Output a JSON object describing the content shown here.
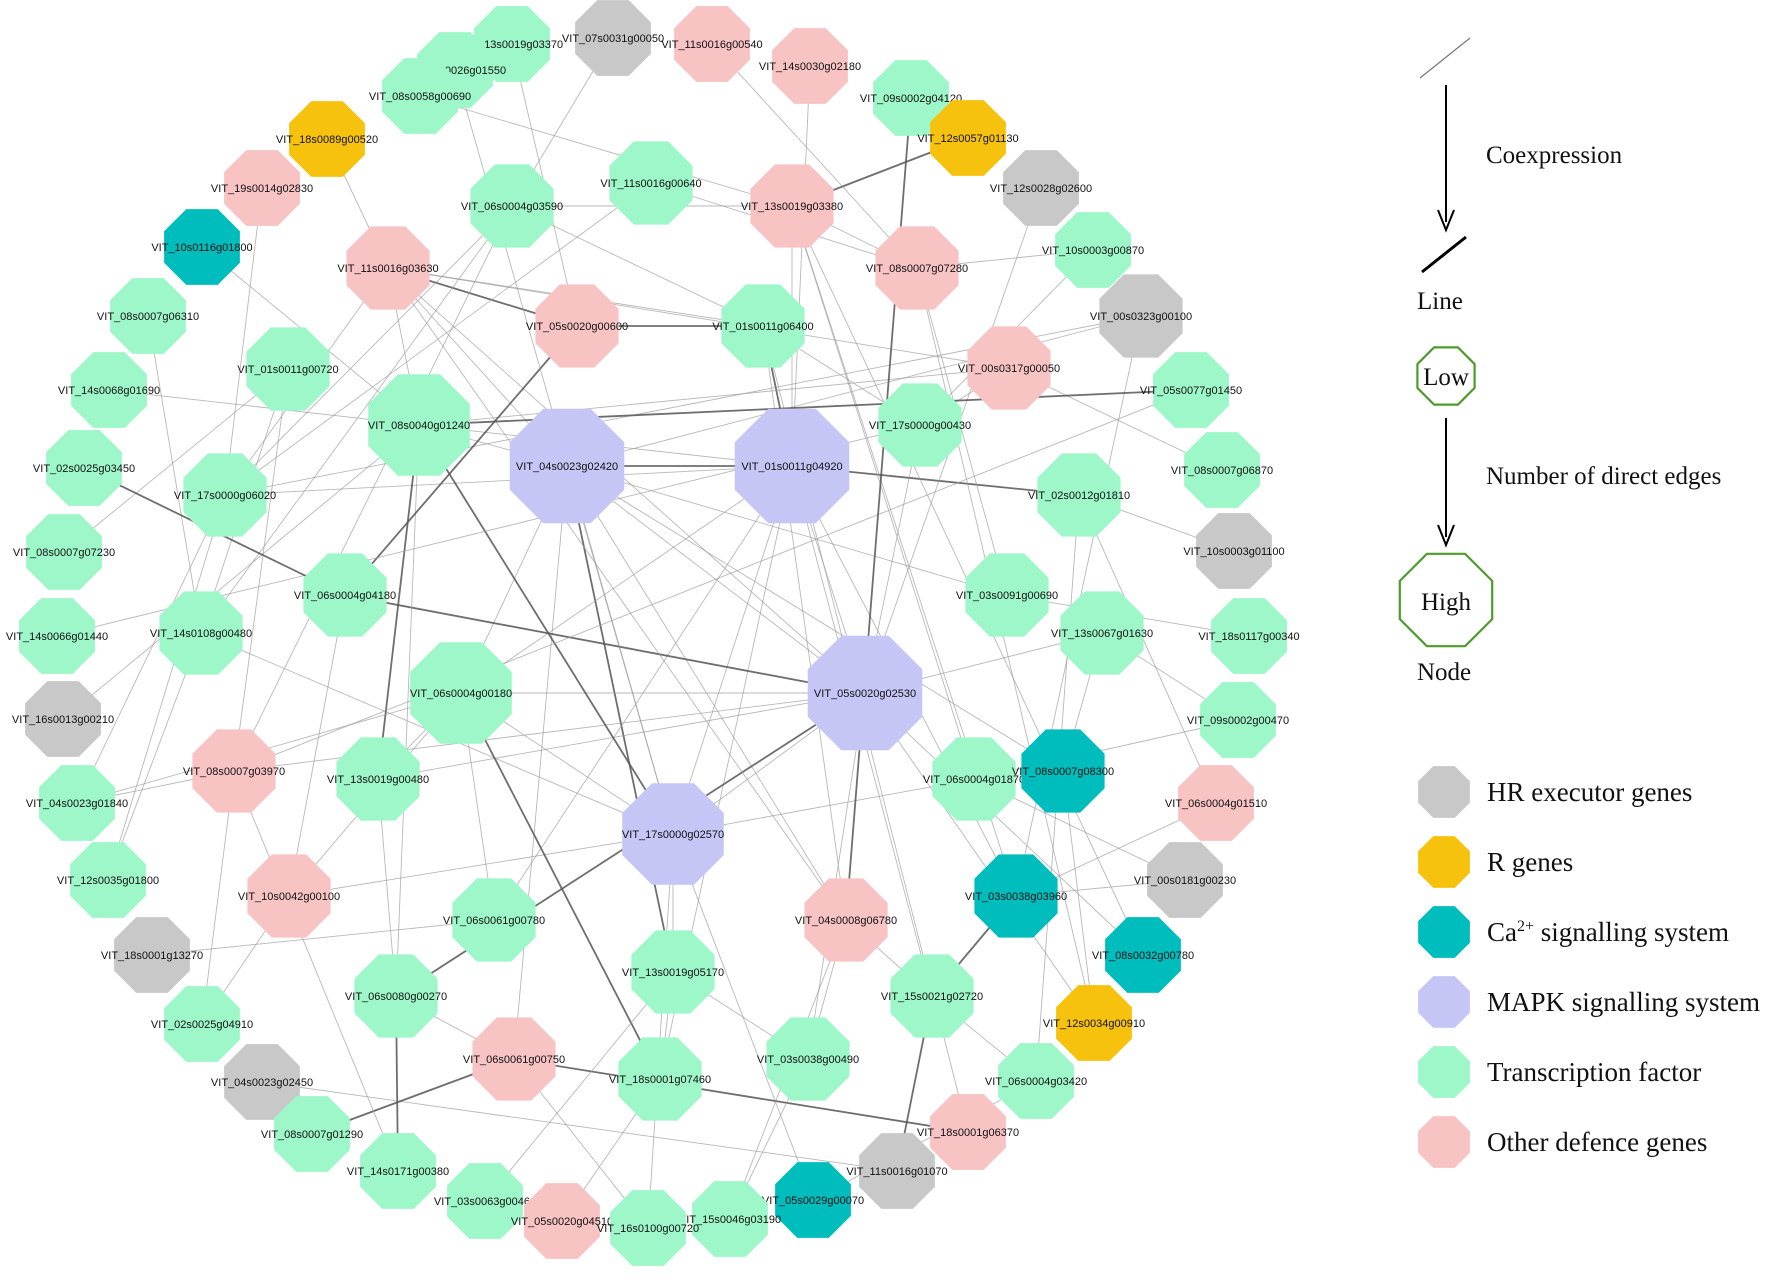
{
  "colors": {
    "hr": "#c8c8c8",
    "r": "#f7c20e",
    "ca": "#00bdbd",
    "mapk": "#c6c6f6",
    "tf": "#9ef7c9",
    "other": "#f8c3c3",
    "legend_outline": "#4d9a2d",
    "edge": "#9a9a9a",
    "edge_dark": "#555555"
  },
  "legend": {
    "coexpression": "Coexpression",
    "line": "Line",
    "low": "Low",
    "direct_edges": "Number of direct edges",
    "high": "High",
    "node": "Node",
    "categories": [
      {
        "key": "hr",
        "label": "HR executor genes"
      },
      {
        "key": "r",
        "label": "R genes"
      },
      {
        "key": "ca",
        "label": "Ca",
        "sup": "2+",
        "suffix": " signalling system"
      },
      {
        "key": "mapk",
        "label": "MAPK signalling system"
      },
      {
        "key": "tf",
        "label": "Transcription factor"
      },
      {
        "key": "other",
        "label": "Other defence genes"
      }
    ]
  },
  "nodes": [
    {
      "id": "VIT_13s0019g03370",
      "type": "tf",
      "degree": 1
    },
    {
      "id": "VIT_07s0031g00050",
      "type": "hr",
      "degree": 1
    },
    {
      "id": "VIT_11s0016g00540",
      "type": "other",
      "degree": 1
    },
    {
      "id": "VIT_14s0030g02180",
      "type": "other",
      "degree": 1
    },
    {
      "id": "VIT_01s0026g01550",
      "type": "tf",
      "degree": 1
    },
    {
      "id": "VIT_09s0002g04120",
      "type": "tf",
      "degree": 1
    },
    {
      "id": "VIT_08s0058g00690",
      "type": "tf",
      "degree": 1
    },
    {
      "id": "VIT_18s0089g00520",
      "type": "r",
      "degree": 1
    },
    {
      "id": "VIT_12s0057g01130",
      "type": "r",
      "degree": 1
    },
    {
      "id": "VIT_19s0014g02830",
      "type": "other",
      "degree": 1
    },
    {
      "id": "VIT_12s0028g02600",
      "type": "hr",
      "degree": 1
    },
    {
      "id": "VIT_10s0116g01800",
      "type": "ca",
      "degree": 1
    },
    {
      "id": "VIT_10s0003g00870",
      "type": "tf",
      "degree": 1
    },
    {
      "id": "VIT_00s0323g00100",
      "type": "hr",
      "degree": 2
    },
    {
      "id": "VIT_08s0007g06310",
      "type": "tf",
      "degree": 1
    },
    {
      "id": "VIT_05s0077g01450",
      "type": "tf",
      "degree": 1
    },
    {
      "id": "VIT_14s0068g01690",
      "type": "tf",
      "degree": 1
    },
    {
      "id": "VIT_08s0007g06870",
      "type": "tf",
      "degree": 1
    },
    {
      "id": "VIT_02s0025g03450",
      "type": "tf",
      "degree": 1
    },
    {
      "id": "VIT_10s0003g01100",
      "type": "hr",
      "degree": 1
    },
    {
      "id": "VIT_08s0007g07230",
      "type": "tf",
      "degree": 1
    },
    {
      "id": "VIT_18s0117g00340",
      "type": "tf",
      "degree": 1
    },
    {
      "id": "VIT_14s0066g01440",
      "type": "tf",
      "degree": 1
    },
    {
      "id": "VIT_09s0002g00470",
      "type": "tf",
      "degree": 1
    },
    {
      "id": "VIT_16s0013g00210",
      "type": "hr",
      "degree": 1
    },
    {
      "id": "VIT_06s0004g01510",
      "type": "other",
      "degree": 1
    },
    {
      "id": "VIT_04s0023g01840",
      "type": "tf",
      "degree": 1
    },
    {
      "id": "VIT_00s0181g00230",
      "type": "hr",
      "degree": 1
    },
    {
      "id": "VIT_12s0035g01800",
      "type": "tf",
      "degree": 1
    },
    {
      "id": "VIT_08s0032g00780",
      "type": "ca",
      "degree": 1
    },
    {
      "id": "VIT_18s0001g13270",
      "type": "hr",
      "degree": 1
    },
    {
      "id": "VIT_12s0034g00910",
      "type": "r",
      "degree": 1
    },
    {
      "id": "VIT_02s0025g04910",
      "type": "tf",
      "degree": 1
    },
    {
      "id": "VIT_06s0004g03420",
      "type": "tf",
      "degree": 1
    },
    {
      "id": "VIT_04s0023g02450",
      "type": "hr",
      "degree": 1
    },
    {
      "id": "VIT_18s0001g06370",
      "type": "other",
      "degree": 1
    },
    {
      "id": "VIT_08s0007g01290",
      "type": "tf",
      "degree": 1
    },
    {
      "id": "VIT_11s0016g01070",
      "type": "hr",
      "degree": 1
    },
    {
      "id": "VIT_14s0171g00380",
      "type": "tf",
      "degree": 1
    },
    {
      "id": "VIT_05s0029g00070",
      "type": "ca",
      "degree": 1
    },
    {
      "id": "VIT_03s0063g00460",
      "type": "tf",
      "degree": 1
    },
    {
      "id": "VIT_15s0046g03190",
      "type": "tf",
      "degree": 1
    },
    {
      "id": "VIT_05s0020g04510",
      "type": "other",
      "degree": 1
    },
    {
      "id": "VIT_16s0100g00720",
      "type": "tf",
      "degree": 1
    },
    {
      "id": "VIT_11s0016g00640",
      "type": "tf",
      "degree": 2
    },
    {
      "id": "VIT_06s0004g03590",
      "type": "tf",
      "degree": 2
    },
    {
      "id": "VIT_13s0019g03380",
      "type": "other",
      "degree": 2
    },
    {
      "id": "VIT_11s0016g03630",
      "type": "other",
      "degree": 2
    },
    {
      "id": "VIT_08s0007g07280",
      "type": "other",
      "degree": 2
    },
    {
      "id": "VIT_05s0020g00600",
      "type": "other",
      "degree": 2
    },
    {
      "id": "VIT_01s0011g06400",
      "type": "tf",
      "degree": 2
    },
    {
      "id": "VIT_00s0317g00050",
      "type": "other",
      "degree": 2
    },
    {
      "id": "VIT_01s0011g00720",
      "type": "tf",
      "degree": 2
    },
    {
      "id": "VIT_08s0040g01240",
      "type": "tf",
      "degree": 3
    },
    {
      "id": "VIT_17s0000g00430",
      "type": "tf",
      "degree": 2
    },
    {
      "id": "VIT_04s0023g02420",
      "type": "mapk",
      "degree": 4
    },
    {
      "id": "VIT_01s0011g04920",
      "type": "mapk",
      "degree": 4
    },
    {
      "id": "VIT_17s0000g06020",
      "type": "tf",
      "degree": 2
    },
    {
      "id": "VIT_02s0012g01810",
      "type": "tf",
      "degree": 2
    },
    {
      "id": "VIT_06s0004g04180",
      "type": "tf",
      "degree": 2
    },
    {
      "id": "VIT_03s0091g00690",
      "type": "tf",
      "degree": 2
    },
    {
      "id": "VIT_14s0108g00480",
      "type": "tf",
      "degree": 2
    },
    {
      "id": "VIT_13s0067g01630",
      "type": "tf",
      "degree": 2
    },
    {
      "id": "VIT_06s0004g00180",
      "type": "tf",
      "degree": 3
    },
    {
      "id": "VIT_05s0020g02530",
      "type": "mapk",
      "degree": 4
    },
    {
      "id": "VIT_08s0007g03970",
      "type": "other",
      "degree": 2
    },
    {
      "id": "VIT_13s0019g00480",
      "type": "tf",
      "degree": 2
    },
    {
      "id": "VIT_06s0004g01870",
      "type": "tf",
      "degree": 2
    },
    {
      "id": "VIT_08s0007g08300",
      "type": "ca",
      "degree": 2
    },
    {
      "id": "VIT_17s0000g02570",
      "type": "mapk",
      "degree": 3
    },
    {
      "id": "VIT_03s0038g03960",
      "type": "ca",
      "degree": 2
    },
    {
      "id": "VIT_10s0042g00100",
      "type": "other",
      "degree": 2
    },
    {
      "id": "VIT_06s0061g00780",
      "type": "tf",
      "degree": 2
    },
    {
      "id": "VIT_04s0008g06780",
      "type": "other",
      "degree": 2
    },
    {
      "id": "VIT_13s0019g05170",
      "type": "tf",
      "degree": 2
    },
    {
      "id": "VIT_06s0080g00270",
      "type": "tf",
      "degree": 2
    },
    {
      "id": "VIT_15s0021g02720",
      "type": "tf",
      "degree": 2
    },
    {
      "id": "VIT_06s0061g00750",
      "type": "other",
      "degree": 2
    },
    {
      "id": "VIT_03s0038g00490",
      "type": "tf",
      "degree": 2
    },
    {
      "id": "VIT_18s0001g07460",
      "type": "tf",
      "degree": 2
    }
  ],
  "edges": [
    [
      "VIT_04s0023g02420",
      "VIT_01s0011g04920"
    ],
    [
      "VIT_04s0023g02420",
      "VIT_05s0020g02530"
    ],
    [
      "VIT_04s0023g02420",
      "VIT_17s0000g02570"
    ],
    [
      "VIT_04s0023g02420",
      "VIT_08s0040g01240"
    ],
    [
      "VIT_04s0023g02420",
      "VIT_11s0016g03630"
    ],
    [
      "VIT_04s0023g02420",
      "VIT_06s0004g00180"
    ],
    [
      "VIT_04s0023g02420",
      "VIT_04s0008g06780"
    ],
    [
      "VIT_04s0023g02420",
      "VIT_13s0019g05170"
    ],
    [
      "VIT_04s0023g02420",
      "VIT_00s0323g00100"
    ],
    [
      "VIT_04s0023g02420",
      "VIT_06s0061g00750"
    ],
    [
      "VIT_04s0023g02420",
      "VIT_08s0007g08300"
    ],
    [
      "VIT_04s0023g02420",
      "VIT_03s0091g00690"
    ],
    [
      "VIT_01s0011g04920",
      "VIT_05s0020g02530"
    ],
    [
      "VIT_01s0011g04920",
      "VIT_17s0000g02570"
    ],
    [
      "VIT_01s0011g04920",
      "VIT_01s0011g06400"
    ],
    [
      "VIT_01s0011g04920",
      "VIT_13s0019g03380"
    ],
    [
      "VIT_01s0011g04920",
      "VIT_06s0004g00180"
    ],
    [
      "VIT_01s0011g04920",
      "VIT_17s0000g06020"
    ],
    [
      "VIT_01s0011g04920",
      "VIT_15s0021g02720"
    ],
    [
      "VIT_01s0011g04920",
      "VIT_06s0061g00780"
    ],
    [
      "VIT_01s0011g04920",
      "VIT_03s0038g03960"
    ],
    [
      "VIT_01s0011g04920",
      "VIT_02s0012g01810"
    ],
    [
      "VIT_01s0011g04920",
      "VIT_18s0001g07460"
    ],
    [
      "VIT_01s0011g04920",
      "VIT_08s0040g01240"
    ],
    [
      "VIT_05s0020g02530",
      "VIT_17s0000g02570"
    ],
    [
      "VIT_05s0020g02530",
      "VIT_06s0004g00180"
    ],
    [
      "VIT_05s0020g02530",
      "VIT_08s0007g03970"
    ],
    [
      "VIT_05s0020g02530",
      "VIT_13s0067g01630"
    ],
    [
      "VIT_05s0020g02530",
      "VIT_06s0080g00270"
    ],
    [
      "VIT_05s0020g02530",
      "VIT_11s0016g03630"
    ],
    [
      "VIT_05s0020g02530",
      "VIT_08s0032g00780"
    ],
    [
      "VIT_05s0020g02530",
      "VIT_12s0034g00910"
    ],
    [
      "VIT_05s0020g02530",
      "VIT_13s0019g00480"
    ],
    [
      "VIT_05s0020g02530",
      "VIT_17s0000g00430"
    ],
    [
      "VIT_05s0020g02530",
      "VIT_03s0038g00490"
    ],
    [
      "VIT_05s0020g02530",
      "VIT_06s0004g04180"
    ],
    [
      "VIT_17s0000g02570",
      "VIT_06s0004g00180"
    ],
    [
      "VIT_17s0000g02570",
      "VIT_10s0042g00100"
    ],
    [
      "VIT_17s0000g02570",
      "VIT_13s0019g05170"
    ],
    [
      "VIT_17s0000g02570",
      "VIT_06s0004g01870"
    ],
    [
      "VIT_17s0000g02570",
      "VIT_14s0108g00480"
    ],
    [
      "VIT_17s0000g02570",
      "VIT_05s0029g00070"
    ],
    [
      "VIT_17s0000g02570",
      "VIT_08s0040g01240"
    ],
    [
      "VIT_17s0000g02570",
      "VIT_16s0100g00720"
    ],
    [
      "VIT_11s0016g03630",
      "VIT_08s0040g01240"
    ],
    [
      "VIT_11s0016g03630",
      "VIT_01s0011g06400"
    ],
    [
      "VIT_11s0016g03630",
      "VIT_17s0000g06020"
    ],
    [
      "VIT_11s0016g03630",
      "VIT_04s0008g06780"
    ],
    [
      "VIT_11s0016g03630",
      "VIT_00s0317g00050"
    ],
    [
      "VIT_11s0016g03630",
      "VIT_05s0020g00600"
    ],
    [
      "VIT_06s0004g03590",
      "VIT_17s0000g06020"
    ],
    [
      "VIT_06s0004g03590",
      "VIT_01s0011g06400"
    ],
    [
      "VIT_06s0004g03590",
      "VIT_08s0007g03970"
    ],
    [
      "VIT_06s0004g03590",
      "VIT_13s0019g03380"
    ],
    [
      "VIT_06s0004g03590",
      "VIT_14s0108g00480"
    ],
    [
      "VIT_01s0011g06400",
      "VIT_17s0000g00430"
    ],
    [
      "VIT_01s0011g06400",
      "VIT_05s0020g00600"
    ],
    [
      "VIT_01s0011g06400",
      "VIT_04s0008g06780"
    ],
    [
      "VIT_13s0019g03380",
      "VIT_03s0038g03960"
    ],
    [
      "VIT_13s0019g03380",
      "VIT_08s0007g07280"
    ],
    [
      "VIT_13s0019g03380",
      "VIT_06s0004g01870"
    ],
    [
      "VIT_08s0040g01240",
      "VIT_06s0080g00270"
    ],
    [
      "VIT_08s0040g01240",
      "VIT_00s0317g00050"
    ],
    [
      "VIT_08s0040g01240",
      "VIT_13s0019g00480"
    ],
    [
      "VIT_17s0000g06020",
      "VIT_00s0323g00100"
    ],
    [
      "VIT_17s0000g06020",
      "VIT_04s0023g01840"
    ],
    [
      "VIT_17s0000g06020",
      "VIT_11s0016g00640"
    ],
    [
      "VIT_06s0004g00180",
      "VIT_04s0023g01840"
    ],
    [
      "VIT_06s0004g00180",
      "VIT_13s0019g00480"
    ],
    [
      "VIT_06s0004g00180",
      "VIT_06s0061g00780"
    ],
    [
      "VIT_06s0004g00180",
      "VIT_18s0001g07460"
    ],
    [
      "VIT_06s0004g00180",
      "VIT_10s0042g00100"
    ],
    [
      "VIT_08s0007g03970",
      "VIT_05s0077g01450"
    ],
    [
      "VIT_08s0007g03970",
      "VIT_04s0023g01840"
    ],
    [
      "VIT_08s0007g03970",
      "VIT_01s0011g00720"
    ],
    [
      "VIT_08s0007g08300",
      "VIT_12s0034g00910"
    ],
    [
      "VIT_08s0007g08300",
      "VIT_13s0067g01630"
    ],
    [
      "VIT_03s0038g03960",
      "VIT_15s0021g02720"
    ],
    [
      "VIT_03s0038g03960",
      "VIT_00s0323g00100"
    ],
    [
      "VIT_04s0008g06780",
      "VIT_15s0021g02720"
    ],
    [
      "VIT_04s0008g06780",
      "VIT_03s0038g00490"
    ],
    [
      "VIT_13s0019g05170",
      "VIT_18s0001g07460"
    ],
    [
      "VIT_13s0019g05170",
      "VIT_03s0038g00490"
    ],
    [
      "VIT_06s0061g00750",
      "VIT_06s0080g00270"
    ],
    [
      "VIT_06s0061g00750",
      "VIT_18s0001g06370"
    ],
    [
      "VIT_15s0021g02720",
      "VIT_06s0004g03420"
    ],
    [
      "VIT_02s0012g01810",
      "VIT_06s0004g01510"
    ],
    [
      "VIT_03s0091g00690",
      "VIT_08s0007g07280"
    ],
    [
      "VIT_17s0000g00430",
      "VIT_00s0317g00050"
    ],
    [
      "VIT_14s0108g00480",
      "VIT_01s0011g00720"
    ],
    [
      "VIT_14s0108g00480",
      "VIT_12s0035g01800"
    ],
    [
      "VIT_06s0004g04180",
      "VIT_05s0020g00600"
    ],
    [
      "VIT_06s0004g04180",
      "VIT_10s0042g00100"
    ],
    [
      "VIT_01s0011g00720",
      "VIT_08s0007g07230"
    ],
    [
      "VIT_08s0007g07280",
      "VIT_10s0003g00870"
    ],
    [
      "VIT_11s0016g00640",
      "VIT_08s0007g07280"
    ],
    [
      "VIT_13s0019g00480",
      "VIT_06s0080g00270"
    ],
    [
      "VIT_10s0042g00100",
      "VIT_02s0025g04910"
    ],
    [
      "VIT_06s0080g00270",
      "VIT_14s0171g00380"
    ],
    [
      "VIT_18s0001g07460",
      "VIT_05s0020g04510"
    ],
    [
      "VIT_03s0038g00490",
      "VIT_15s0046g03190"
    ],
    [
      "VIT_06s0004g01870",
      "VIT_00s0181g00230"
    ],
    [
      "VIT_00s0317g00050",
      "VIT_08s0007g06870"
    ],
    [
      "VIT_13s0067g01630",
      "VIT_09s0002g00470"
    ],
    [
      "VIT_18s0089g00520",
      "VIT_11s0016g03630"
    ],
    [
      "VIT_12s0057g01130",
      "VIT_13s0019g03380"
    ],
    [
      "VIT_10s0116g01800",
      "VIT_08s0040g01240"
    ],
    [
      "VIT_19s0014g02830",
      "VIT_17s0000g06020"
    ],
    [
      "VIT_14s0066g01440",
      "VIT_17s0000g00430"
    ],
    [
      "VIT_16s0013g00210",
      "VIT_08s0040g01240"
    ],
    [
      "VIT_18s0001g13270",
      "VIT_06s0061g00780"
    ],
    [
      "VIT_04s0023g02450",
      "VIT_11s0016g01070"
    ],
    [
      "VIT_08s0007g01290",
      "VIT_06s0061g00750"
    ],
    [
      "VIT_03s0063g00460",
      "VIT_13s0019g05170"
    ],
    [
      "VIT_12s0028g02600",
      "VIT_05s0020g02530"
    ],
    [
      "VIT_10s0003g01100",
      "VIT_02s0012g01810"
    ],
    [
      "VIT_18s0117g00340",
      "VIT_03s0091g00690"
    ],
    [
      "VIT_08s0058g00690",
      "VIT_13s0019g03380"
    ],
    [
      "VIT_01s0026g01550",
      "VIT_17s0000g02570"
    ],
    [
      "VIT_09s0002g04120",
      "VIT_04s0008g06780"
    ],
    [
      "VIT_14s0030g02180",
      "VIT_01s0011g04920"
    ],
    [
      "VIT_07s0031g00050",
      "VIT_06s0004g03590"
    ],
    [
      "VIT_13s0019g03370",
      "VIT_05s0020g00600"
    ],
    [
      "VIT_11s0016g00540",
      "VIT_08s0007g07280"
    ],
    [
      "VIT_08s0007g06310",
      "VIT_14s0108g00480"
    ],
    [
      "VIT_14s0068g01690",
      "VIT_08s0040g01240"
    ],
    [
      "VIT_02s0025g03450",
      "VIT_06s0004g04180"
    ],
    [
      "VIT_12s0035g01800",
      "VIT_17s0000g06020"
    ],
    [
      "VIT_06s0004g01510",
      "VIT_03s0038g03960"
    ],
    [
      "VIT_00s0181g00230",
      "VIT_03s0038g03960"
    ],
    [
      "VIT_08s0032g00780",
      "VIT_13s0019g03380"
    ],
    [
      "VIT_12s0034g00910",
      "VIT_08s0007g07280"
    ],
    [
      "VIT_18s0001g06370",
      "VIT_01s0011g06400"
    ],
    [
      "VIT_11s0016g01070",
      "VIT_15s0021g02720"
    ],
    [
      "VIT_05s0029g00070",
      "VIT_06s0004g03420"
    ],
    [
      "VIT_16s0100g00720",
      "VIT_06s0061g00750"
    ],
    [
      "VIT_15s0046g03190",
      "VIT_04s0008g06780"
    ],
    [
      "VIT_14s0171g00380",
      "VIT_08s0007g03970"
    ],
    [
      "VIT_02s0025g04910",
      "VIT_08s0007g03970"
    ],
    [
      "VIT_09s0002g00470",
      "VIT_06s0004g01870"
    ],
    [
      "VIT_05s0077g01450",
      "VIT_08s0040g01240"
    ],
    [
      "VIT_10s0003g00870",
      "VIT_17s0000g00430"
    ],
    [
      "VIT_06s0004g03420",
      "VIT_02s0012g01810"
    ]
  ]
}
